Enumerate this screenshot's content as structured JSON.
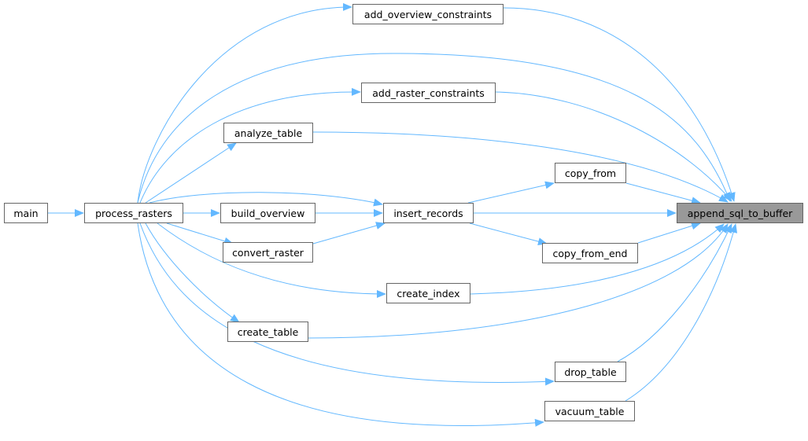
{
  "graph": {
    "edge_color": "#63b8ff",
    "focus_fill": "#999999",
    "nodes": {
      "main": "main",
      "process_rasters": "process_rasters",
      "add_overview_constraints": "add_overview_constraints",
      "add_raster_constraints": "add_raster_constraints",
      "analyze_table": "analyze_table",
      "build_overview": "build_overview",
      "convert_raster": "convert_raster",
      "insert_records": "insert_records",
      "copy_from": "copy_from",
      "copy_from_end": "copy_from_end",
      "create_index": "create_index",
      "create_table": "create_table",
      "drop_table": "drop_table",
      "vacuum_table": "vacuum_table",
      "append_sql_to_buffer": "append_sql_to_buffer"
    }
  }
}
